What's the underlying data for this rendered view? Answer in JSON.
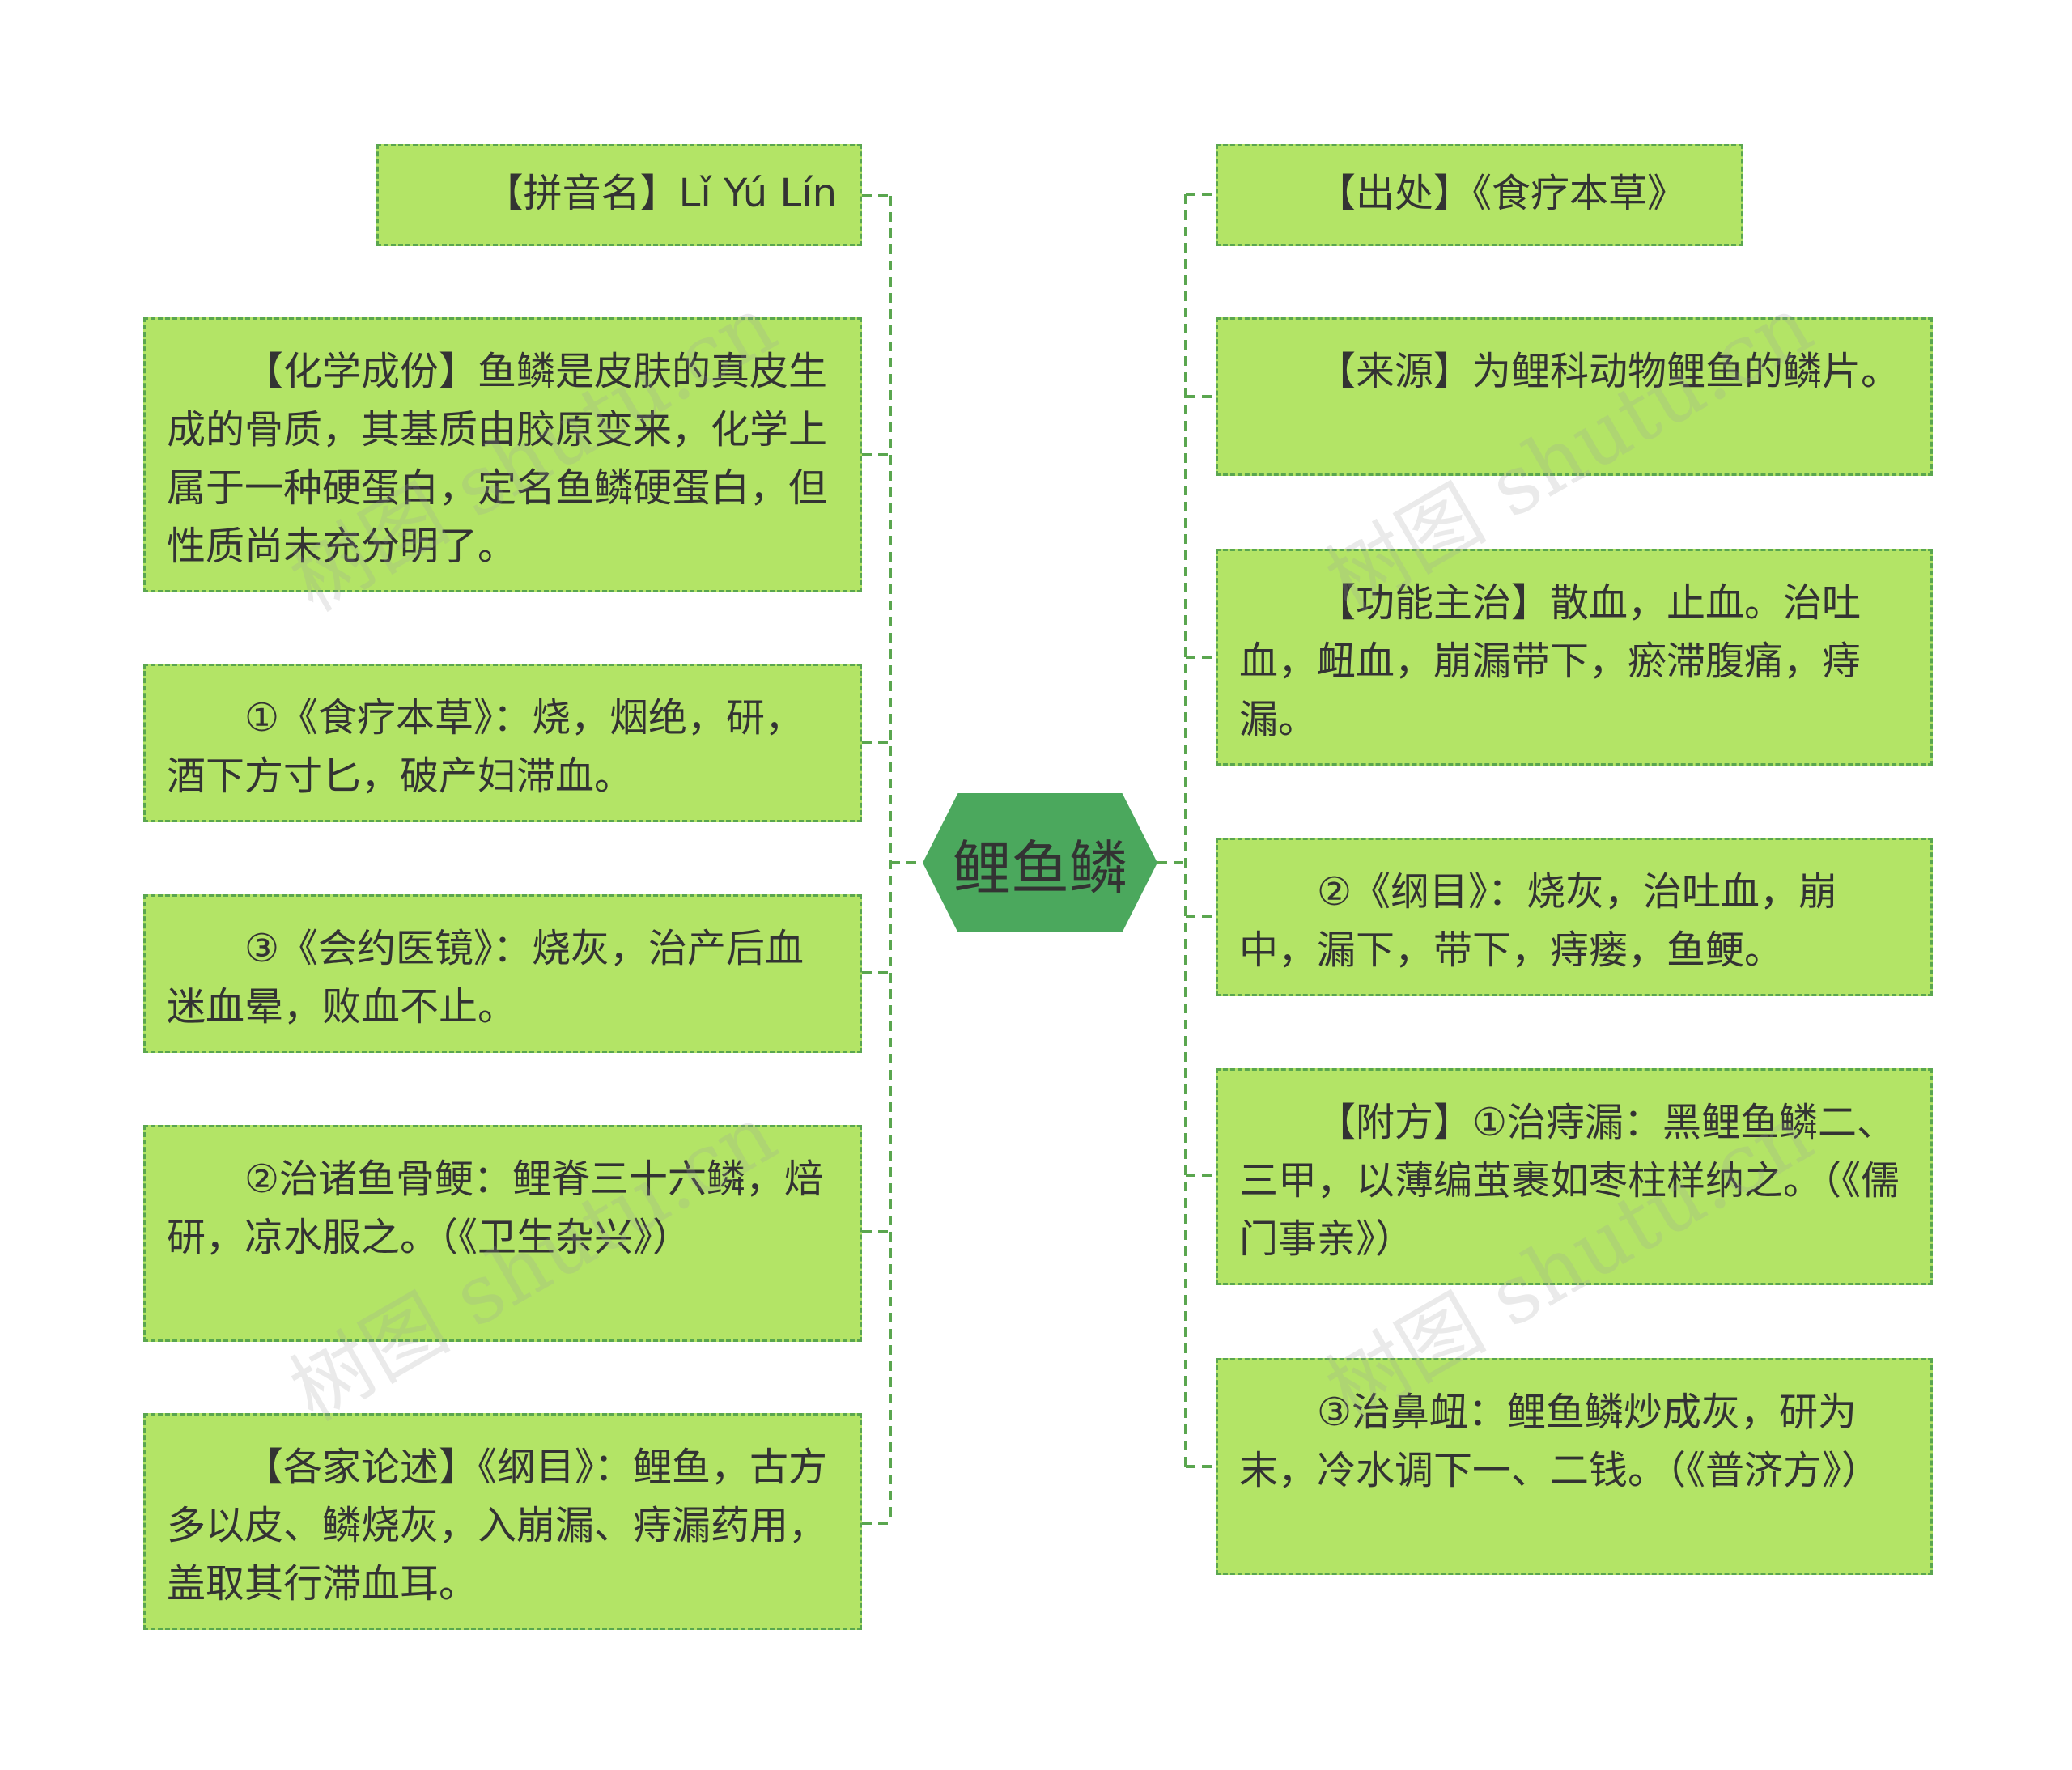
{
  "center": {
    "title": "鲤鱼鳞"
  },
  "left_nodes": [
    {
      "text": "【拼音名】Lǐ Yú Lín"
    },
    {
      "text": "【化学成份】鱼鳞是皮肤的真皮生成的骨质，其基质由胶原变来，化学上属于一种硬蛋白，定名鱼鳞硬蛋白，但性质尚未充分明了。"
    },
    {
      "text": "①《食疗本草》：烧，烟绝，研，酒下方寸匕，破产妇滞血。"
    },
    {
      "text": "③《会约医镜》：烧灰，治产后血迷血晕，败血不止。"
    },
    {
      "text": "②治诸鱼骨鲠：鲤脊三十六鳞，焙研，凉水服之。（《卫生杂兴》）"
    },
    {
      "text": "【各家论述】《纲目》：鲤鱼，古方多以皮、鳞烧灰，入崩漏、痔漏药用，盖取其行滞血耳。"
    }
  ],
  "right_nodes": [
    {
      "text": "【出处】《食疗本草》"
    },
    {
      "text": "【来源】为鲤科动物鲤鱼的鳞片。"
    },
    {
      "text": "【功能主治】散血，止血。治吐血，衄血，崩漏带下，瘀滞腹痛，痔漏。"
    },
    {
      "text": "②《纲目》：烧灰，治吐血，崩中，漏下，带下，痔瘘，鱼鲠。"
    },
    {
      "text": "【附方】①治痔漏：黑鲤鱼鳞二、三甲，以薄编茧裹如枣柱样纳之。（《儒门事亲》）"
    },
    {
      "text": "③治鼻衄：鲤鱼鳞炒成灰，研为末，冷水调下一、二钱。（《普济方》）"
    }
  ],
  "watermark": "树图 shutu.cn",
  "colors": {
    "node_fill": "#b3e466",
    "node_border": "#5aa64f",
    "center_fill": "#4ba85d",
    "connector": "#5aa64f",
    "text": "#333333"
  }
}
